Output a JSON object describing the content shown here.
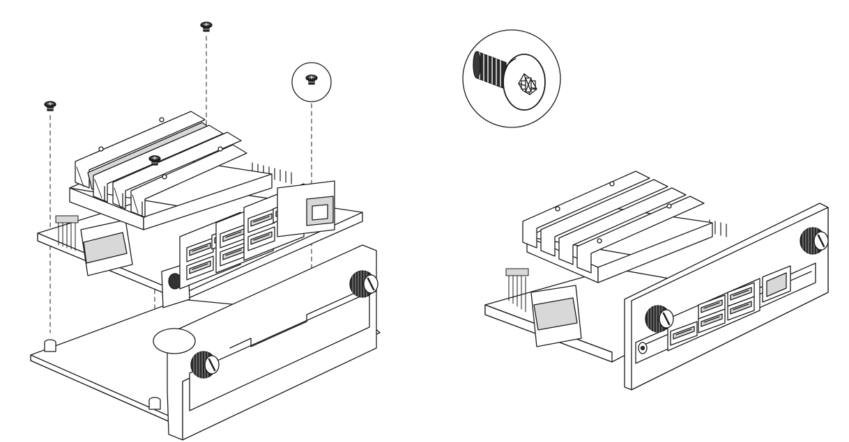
{
  "figure": {
    "views": [
      {
        "id": "exploded",
        "parts": [
          "screw",
          "screw",
          "screw",
          "screw",
          "heatsink",
          "carrier-board",
          "base-plate",
          "front-bracket",
          "thumb-screw",
          "thumb-screw",
          "standoff",
          "standoff"
        ]
      },
      {
        "id": "assembled",
        "parts": [
          "heatsink",
          "carrier-board",
          "front-bracket",
          "thumb-screw",
          "thumb-screw"
        ]
      }
    ],
    "detail_callout": {
      "part": "screw",
      "head": "phillips-pan-head"
    },
    "colors": {
      "line": "#1a1a1a",
      "fill": "#ffffff",
      "shade": "#d8d8d8",
      "dark": "#333333"
    }
  }
}
